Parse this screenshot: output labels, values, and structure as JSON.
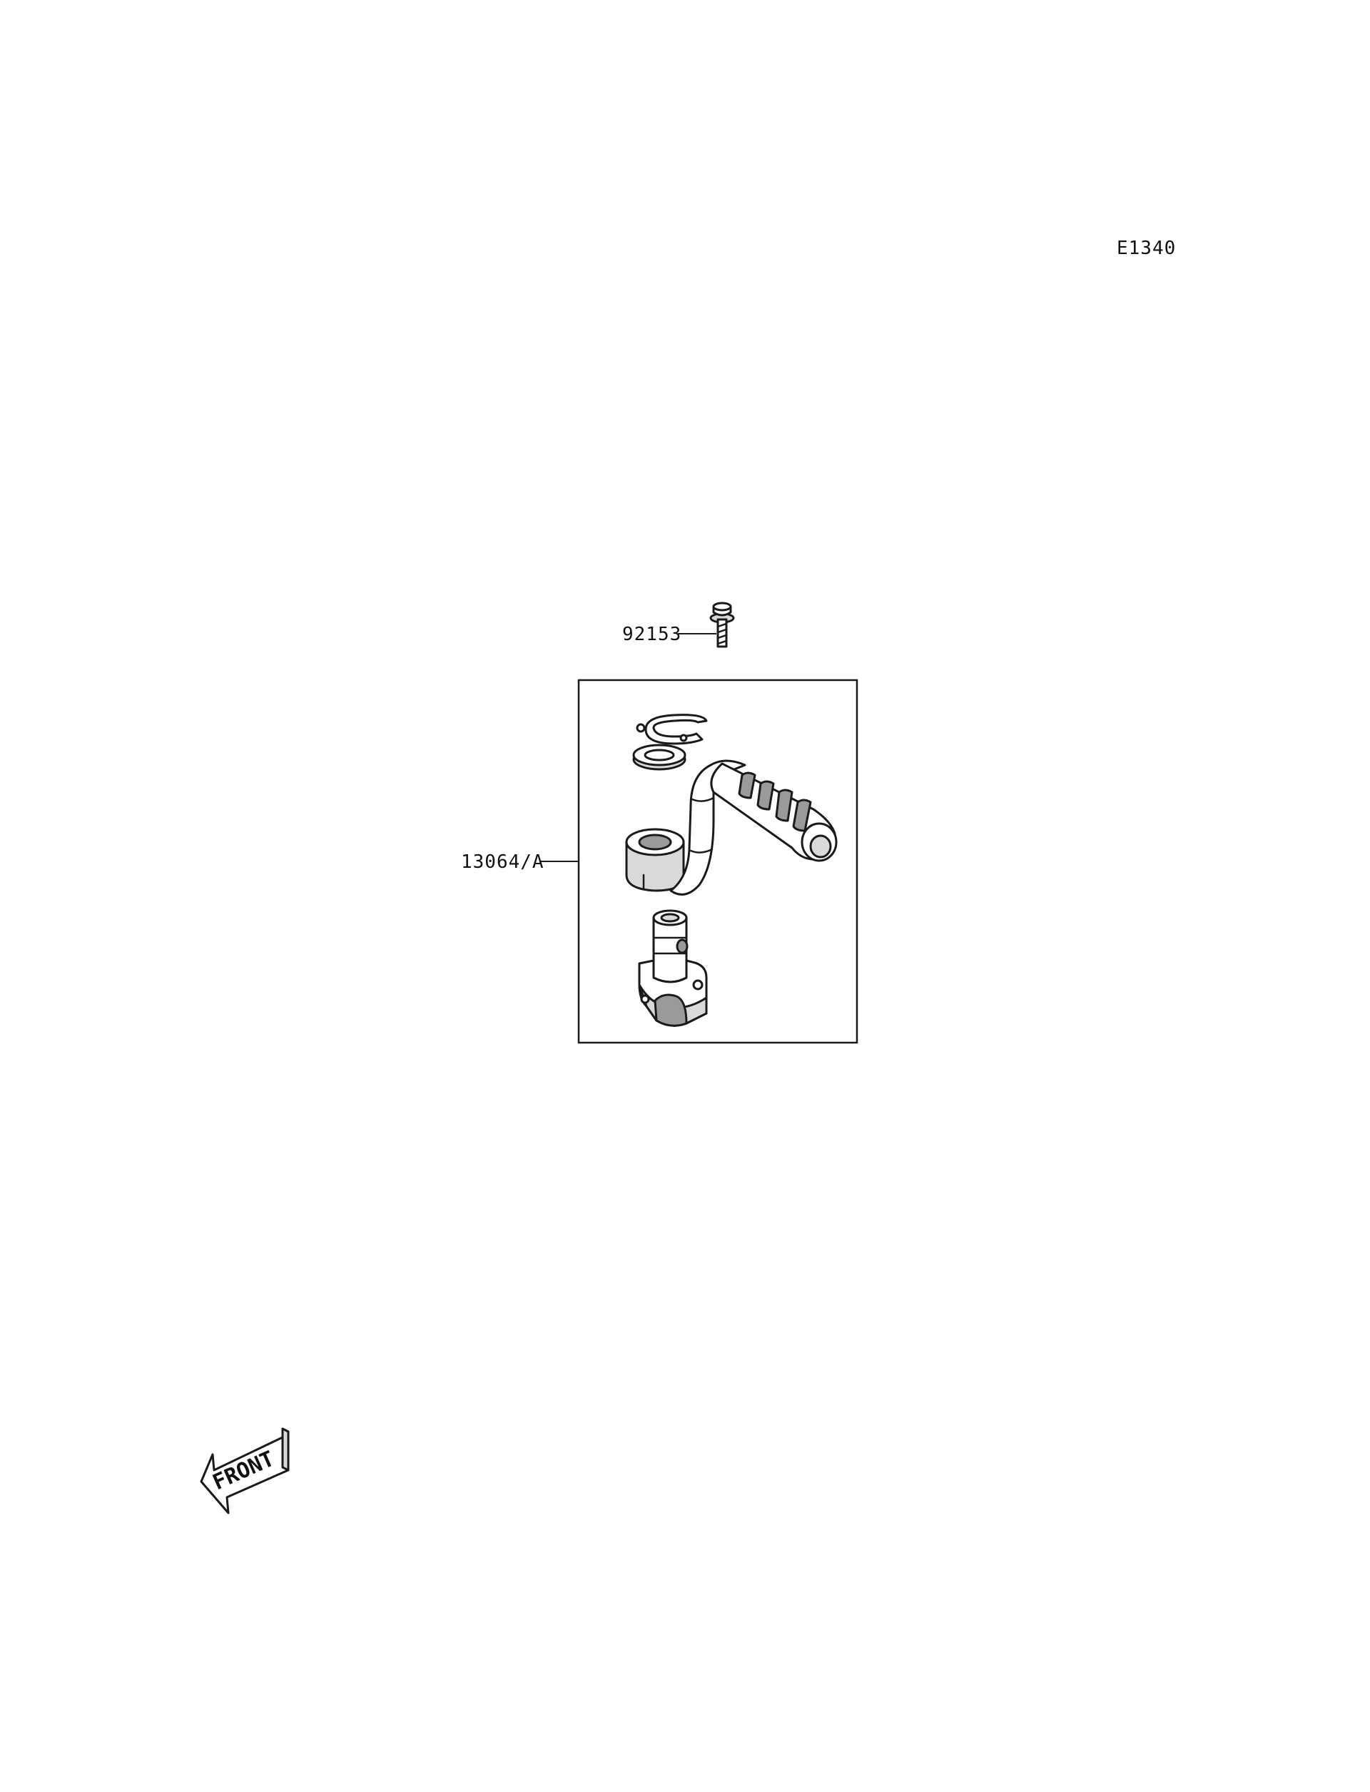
{
  "diagram_code": "E1340",
  "callouts": [
    {
      "part_number": "92153",
      "target": "bolt"
    },
    {
      "part_number": "13064/A",
      "target": "kick-pedal-assembly"
    }
  ],
  "front_indicator": "FRONT"
}
